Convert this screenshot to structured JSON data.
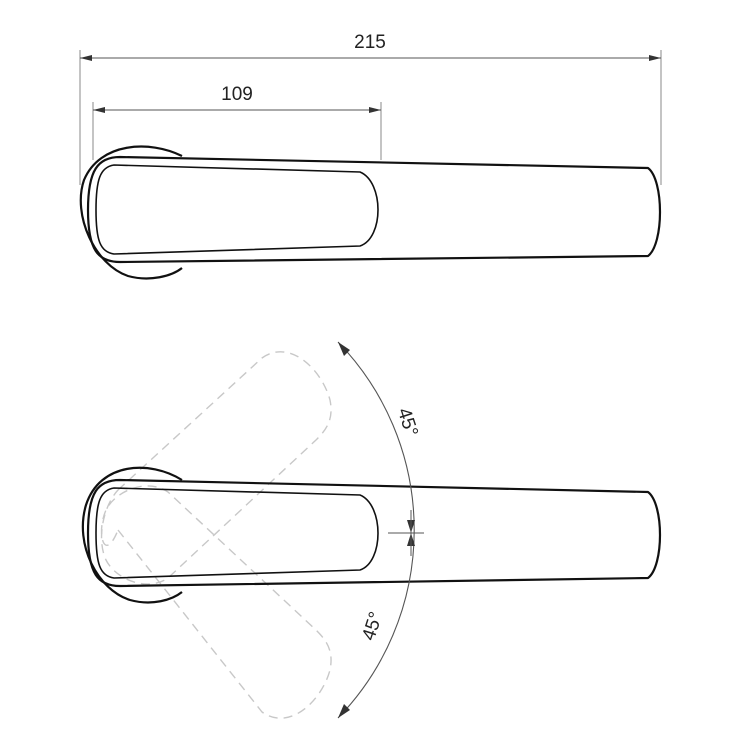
{
  "dimensions": {
    "overall_length": "215",
    "grip_length": "109"
  },
  "rotation": {
    "up_angle": "45°",
    "down_angle": "45°"
  },
  "colors": {
    "line": "#111111",
    "dimension": "#555555",
    "ghost": "#c8c8c8"
  }
}
